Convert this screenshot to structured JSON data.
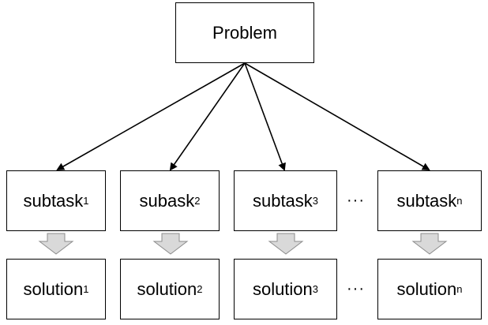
{
  "problem": {
    "label": "Problem"
  },
  "subtasks": [
    {
      "base": "subtask",
      "index": "1"
    },
    {
      "base": "subask",
      "index": "2"
    },
    {
      "base": "subtask",
      "index": "3"
    },
    {
      "base": "subtask",
      "index": "n"
    }
  ],
  "solutions": [
    {
      "base": "solution",
      "index": "1"
    },
    {
      "base": "solution",
      "index": "2"
    },
    {
      "base": "solution",
      "index": "3"
    },
    {
      "base": "solution",
      "index": "n"
    }
  ],
  "ellipsis": "···",
  "colors": {
    "line": "#000000",
    "block_arrow_fill": "#d9d9d9",
    "block_arrow_stroke": "#8c8c8c"
  }
}
